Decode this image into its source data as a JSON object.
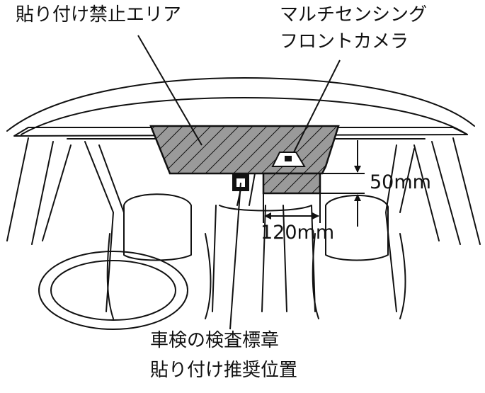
{
  "labels": {
    "no_stick_area": "貼り付け禁止エリア",
    "camera_line1": "マルチセンシング",
    "camera_line2": "フロントカメラ",
    "dim_height": "50mm",
    "dim_width": "120mm",
    "sticker_line1": "車検の検査標章",
    "sticker_line2": "貼り付け推奨位置"
  },
  "colors": {
    "line": "#111111",
    "hatch_fill": "#9a9a9a",
    "background": "#ffffff"
  }
}
